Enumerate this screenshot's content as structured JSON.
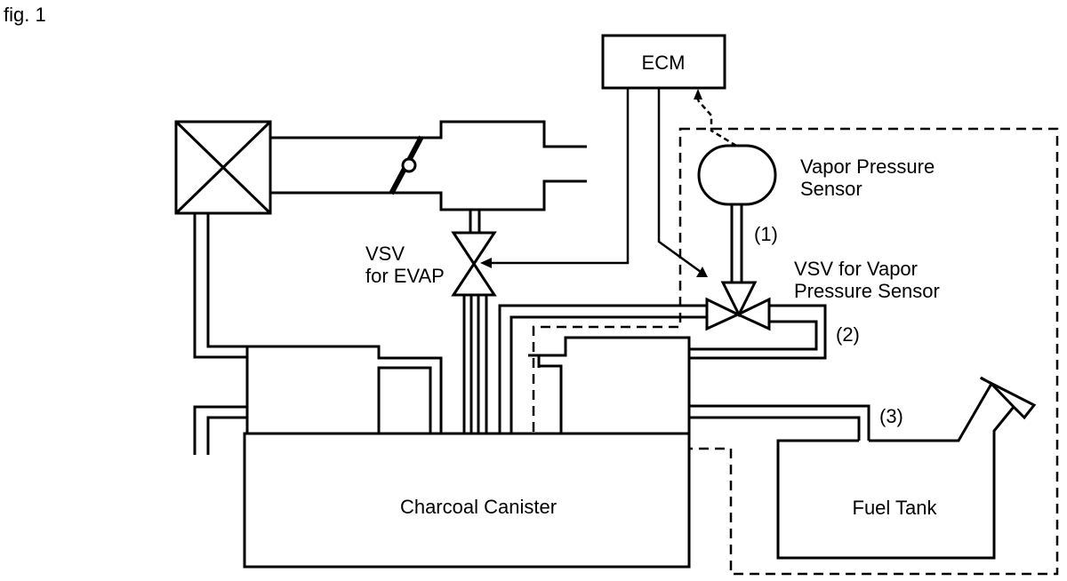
{
  "figure_label": "fig. 1",
  "labels": {
    "ecm": "ECM",
    "vapor_pressure_sensor_line1": "Vapor Pressure",
    "vapor_pressure_sensor_line2": "Sensor",
    "vsv_evap_line1": "VSV",
    "vsv_evap_line2": "for EVAP",
    "vsv_vapor_line1": "VSV for Vapor",
    "vsv_vapor_line2": "Pressure Sensor",
    "port_1": "(1)",
    "port_2": "(2)",
    "port_3": "(3)",
    "charcoal_canister": "Charcoal Canister",
    "fuel_tank": "Fuel Tank"
  }
}
